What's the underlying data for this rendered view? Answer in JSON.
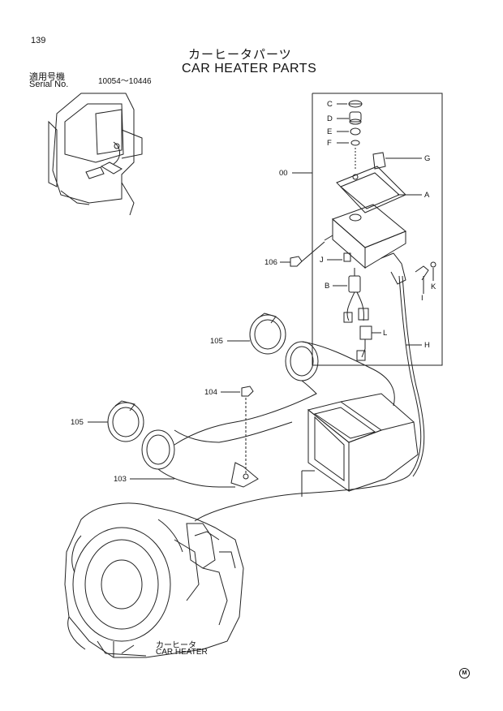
{
  "page": {
    "number": "139"
  },
  "title": {
    "japanese": "カーヒータパーツ",
    "english": "CAR HEATER PARTS"
  },
  "serial": {
    "label_jp": "適用号機",
    "label_en": "Serial No.",
    "range": "10054～10446"
  },
  "callouts": {
    "c": "C",
    "d": "D",
    "e": "E",
    "f": "F",
    "g": "G",
    "a": "A",
    "p00": "00",
    "j": "J",
    "p106": "106",
    "b": "B",
    "i": "I",
    "k": "K",
    "l": "L",
    "h": "H",
    "p105a": "105",
    "p104": "104",
    "p105b": "105",
    "p103": "103"
  },
  "caption": {
    "japanese": "カーヒータ",
    "english": "CAR HEATER"
  },
  "mark": "M"
}
